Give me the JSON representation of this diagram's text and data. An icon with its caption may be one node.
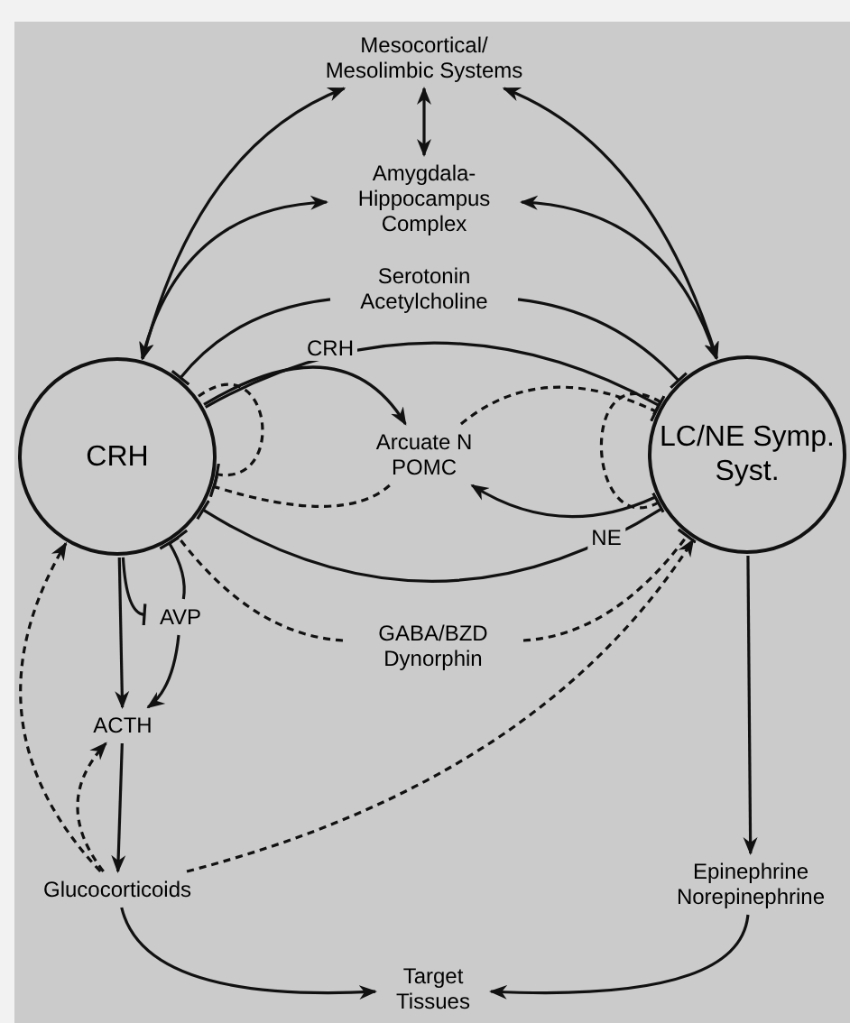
{
  "diagram": {
    "nodes": [
      {
        "text": [
          "Mesocortical/ Mesolimbic Systems"
        ]
      },
      {
        "text": [
          "Amygdala- Hippocampus Complex"
        ]
      },
      {
        "text": [
          "Serotonin Acetylcholine"
        ]
      },
      {
        "text": [
          "CRH"
        ]
      },
      {
        "text": [
          "Arcuate N POMC"
        ]
      },
      {
        "text": [
          "LC/NE Symp. Syst."
        ]
      },
      {
        "text": [
          "AVP"
        ]
      },
      {
        "text": [
          "GABA/BZD Dynorphin"
        ]
      },
      {
        "text": [
          "ACTH"
        ]
      },
      {
        "text": [
          "Glucocorticoids"
        ]
      },
      {
        "text": [
          "Epinephrine Norepinephrine"
        ]
      },
      {
        "text": [
          "Target Tissues"
        ]
      }
    ],
    "edges": [
      {
        "from": 0,
        "to": 3,
        "arrow": "both"
      },
      {
        "from": 0,
        "to": 5,
        "arrow": "both"
      },
      {
        "from": 0,
        "to": 1,
        "arrow": "both"
      },
      {
        "from": 1,
        "to": 3,
        "arrow": "both"
      },
      {
        "from": 1,
        "to": 5,
        "arrow": "both"
      },
      {
        "from": 2,
        "to": 3,
        "arrow": "other"
      },
      {
        "from": 2,
        "to": 5,
        "arrow": "other"
      },
      {
        "from": 3,
        "to": 5,
        "arrow": "other"
      },
      {
        "from": 3,
        "to": 4,
        "arrow": "to",
        "label": "CRH"
      },
      {
        "from": 3,
        "to": 3,
        "arrow": "other",
        "style": "dashed"
      },
      {
        "from": 4,
        "to": 3,
        "arrow": "other",
        "style": "dashed"
      },
      {
        "from": 4,
        "to": 5,
        "arrow": "other",
        "style": "dashed"
      },
      {
        "from": 5,
        "to": 5,
        "arrow": "other",
        "style": "dashed"
      },
      {
        "from": 5,
        "to": 4,
        "arrow": "to",
        "label": "NE"
      },
      {
        "from": 5,
        "to": 3,
        "arrow": "other"
      },
      {
        "from": 7,
        "to": 3,
        "arrow": "other",
        "style": "dashed"
      },
      {
        "from": 7,
        "to": 5,
        "arrow": "other",
        "style": "dashed"
      },
      {
        "from": 3,
        "to": 6,
        "arrow": "other"
      },
      {
        "from": 6,
        "to": 3,
        "arrow": "other"
      },
      {
        "from": 6,
        "to": 8,
        "arrow": "to"
      },
      {
        "from": 3,
        "to": 8,
        "arrow": "to"
      },
      {
        "from": 8,
        "to": 9,
        "arrow": "to"
      },
      {
        "from": 9,
        "to": 3,
        "arrow": "to",
        "style": "dashed"
      },
      {
        "from": 9,
        "to": 8,
        "arrow": "to",
        "style": "dashed"
      },
      {
        "from": 9,
        "to": 5,
        "arrow": "to",
        "style": "dashed"
      },
      {
        "from": 5,
        "to": 10,
        "arrow": "to"
      },
      {
        "from": 9,
        "to": 11,
        "arrow": "to"
      },
      {
        "from": 10,
        "to": 11,
        "arrow": "to"
      }
    ]
  }
}
